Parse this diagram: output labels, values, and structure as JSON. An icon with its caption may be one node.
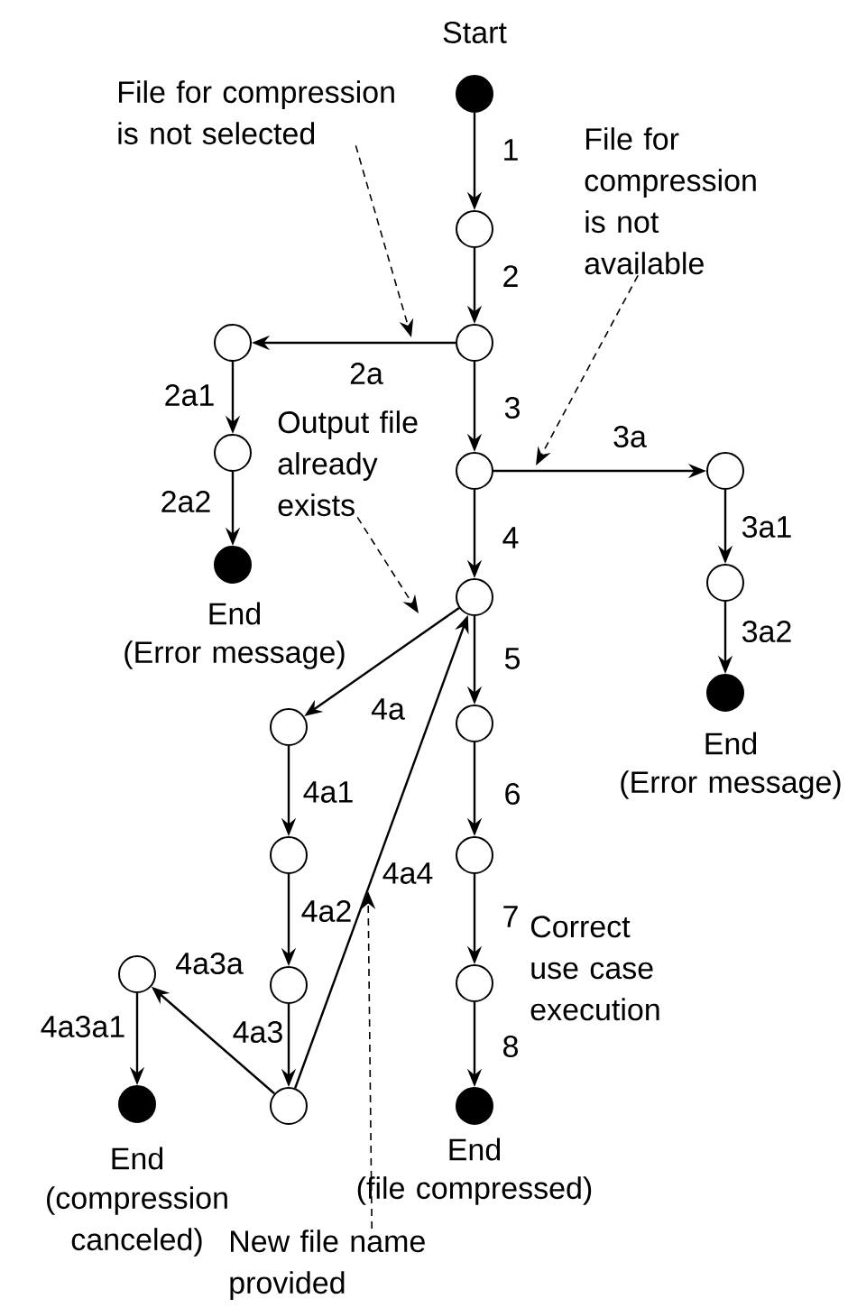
{
  "diagram": {
    "nodes": [
      {
        "text": [],
        "shape": "dot",
        "beside": [
          "Start"
        ]
      },
      {
        "text": [],
        "shape": "circle"
      },
      {
        "text": [],
        "shape": "circle"
      },
      {
        "text": [],
        "shape": "circle"
      },
      {
        "text": [],
        "shape": "circle"
      },
      {
        "text": [],
        "shape": "dot",
        "beside": [
          "End",
          "(Error message)"
        ]
      },
      {
        "text": [],
        "shape": "circle"
      },
      {
        "text": [],
        "shape": "circle"
      },
      {
        "text": [],
        "shape": "circle"
      },
      {
        "text": [],
        "shape": "dot",
        "beside": [
          "End",
          "(Error message)"
        ]
      },
      {
        "text": [],
        "shape": "circle"
      },
      {
        "text": [],
        "shape": "circle"
      },
      {
        "text": [],
        "shape": "circle"
      },
      {
        "text": [],
        "shape": "circle"
      },
      {
        "text": [],
        "shape": "circle"
      },
      {
        "text": [],
        "shape": "circle"
      },
      {
        "text": [],
        "shape": "dot",
        "beside": [
          "End",
          "(compression canceled)"
        ]
      },
      {
        "text": [],
        "shape": "circle"
      },
      {
        "text": [],
        "shape": "circle"
      },
      {
        "text": [],
        "shape": "circle"
      },
      {
        "text": [],
        "shape": "dot",
        "beside": [
          "End",
          "(file compressed)"
        ]
      },
      {
        "text": [
          "File for compression is not selected"
        ]
      },
      {
        "text": [
          "File for compression is not available"
        ]
      },
      {
        "text": [
          "Output file already exists"
        ]
      },
      {
        "text": [
          "New file name provided"
        ]
      }
    ],
    "edges": [
      {
        "from": 0,
        "to": 1,
        "arrow": "to",
        "label": "1"
      },
      {
        "from": 1,
        "to": 2,
        "arrow": "to",
        "label": "2"
      },
      {
        "from": 2,
        "to": 3,
        "arrow": "to",
        "label": "2a"
      },
      {
        "from": 3,
        "to": 4,
        "arrow": "to",
        "label": "2a1"
      },
      {
        "from": 4,
        "to": 5,
        "arrow": "to",
        "label": "2a2"
      },
      {
        "from": 2,
        "to": 6,
        "arrow": "to",
        "label": "3"
      },
      {
        "from": 6,
        "to": 7,
        "arrow": "to",
        "label": "3a"
      },
      {
        "from": 7,
        "to": 8,
        "arrow": "to",
        "label": "3a1"
      },
      {
        "from": 8,
        "to": 9,
        "arrow": "to",
        "label": "3a2"
      },
      {
        "from": 6,
        "to": 10,
        "arrow": "to",
        "label": "4"
      },
      {
        "from": 10,
        "to": 11,
        "arrow": "to",
        "label": "4a"
      },
      {
        "from": 11,
        "to": 12,
        "arrow": "to",
        "label": "4a1"
      },
      {
        "from": 12,
        "to": 13,
        "arrow": "to",
        "label": "4a2"
      },
      {
        "from": 13,
        "to": 14,
        "arrow": "to",
        "label": "4a3"
      },
      {
        "from": 14,
        "to": 15,
        "arrow": "to",
        "label": "4a3a"
      },
      {
        "from": 15,
        "to": 16,
        "arrow": "to",
        "label": "4a3a1"
      },
      {
        "from": 14,
        "to": 10,
        "arrow": "to",
        "label": "4a4"
      },
      {
        "from": 10,
        "to": 17,
        "arrow": "to",
        "label": "5"
      },
      {
        "from": 17,
        "to": 18,
        "arrow": "to",
        "label": "6"
      },
      {
        "from": 18,
        "to": 19,
        "arrow": "to",
        "label": "7"
      },
      {
        "from": 19,
        "to": 20,
        "arrow": "to",
        "label": "8"
      },
      {
        "from": 21,
        "to": null,
        "arrow": "to",
        "style": "dashed"
      },
      {
        "from": 22,
        "to": null,
        "arrow": "to",
        "style": "dashed"
      },
      {
        "from": 23,
        "to": null,
        "arrow": "to",
        "style": "dashed"
      },
      {
        "from": 24,
        "to": null,
        "arrow": "to",
        "style": "dashed"
      }
    ],
    "labels": [
      "Correct use case execution"
    ]
  }
}
